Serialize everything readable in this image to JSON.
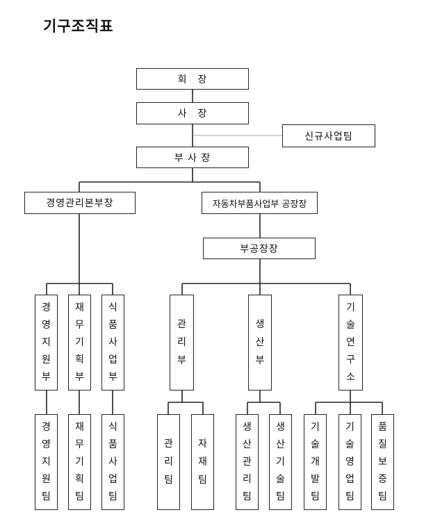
{
  "title": "기구조직표",
  "nodes": {
    "chairman": "회　장",
    "president": "사　장",
    "new_business_team": "신규사업팀",
    "vice_president": "부 사 장",
    "management_hq": "경영관리본부장",
    "auto_parts_plant_head": "자동차부품사업부 공장장",
    "deputy_plant_head": "부공장장",
    "management_support_dept": "경영지원부",
    "finance_planning_dept": "재무기획부",
    "food_business_dept": "식품사업부",
    "admin_dept": "관리부",
    "production_dept": "생산부",
    "research_center": "기술연구소",
    "management_support_team": "경영지원팀",
    "finance_planning_team": "재무기획팀",
    "food_business_team": "식품사업팀",
    "admin_team": "관리팀",
    "materials_team": "자재팀",
    "production_management_team": "생산관리팀",
    "production_technology_team": "생산기술팀",
    "technology_development_team": "기술개발팀",
    "technology_sales_team": "기술영업팀",
    "quality_assurance_team": "품질보증팀"
  }
}
